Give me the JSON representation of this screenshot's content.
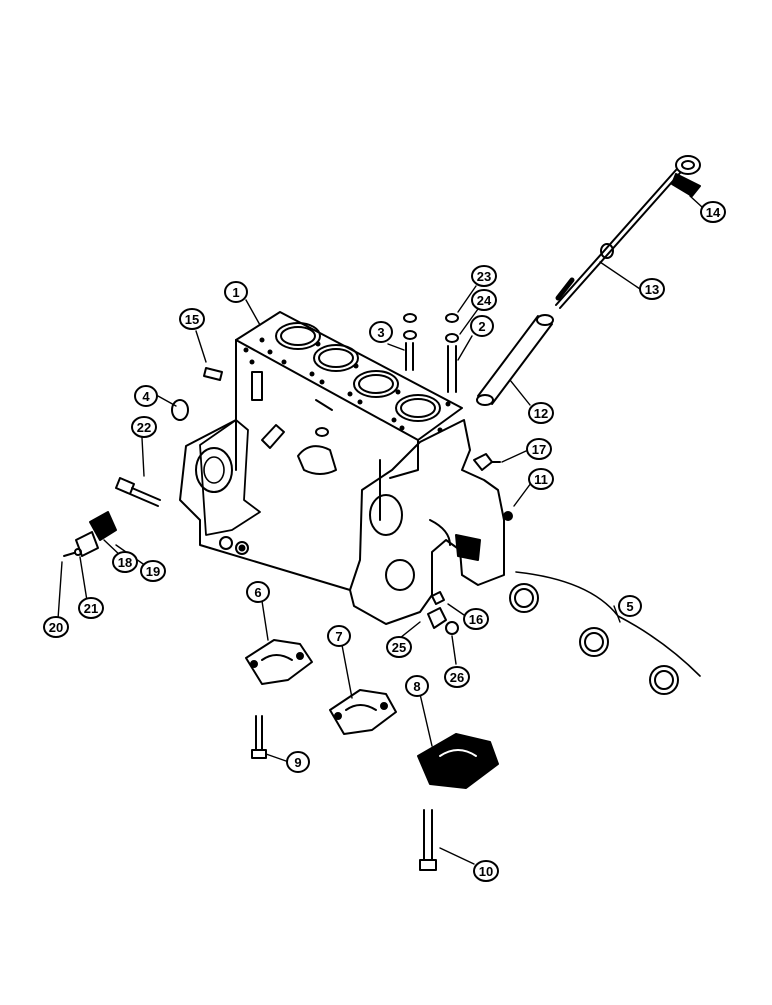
{
  "diagram": {
    "ink_color": "#000000",
    "background": "#ffffff",
    "callouts": {
      "c1": "1",
      "c2": "2",
      "c3": "3",
      "c4": "4",
      "c5": "5",
      "c6": "6",
      "c7": "7",
      "c8": "8",
      "c9": "9",
      "c10": "10",
      "c11": "11",
      "c12": "12",
      "c13": "13",
      "c14": "14",
      "c15": "15",
      "c16": "16",
      "c17": "17",
      "c18": "18",
      "c19": "19",
      "c20": "20",
      "c21": "21",
      "c22": "22",
      "c23": "23",
      "c24": "24",
      "c25": "25",
      "c26": "26"
    }
  }
}
